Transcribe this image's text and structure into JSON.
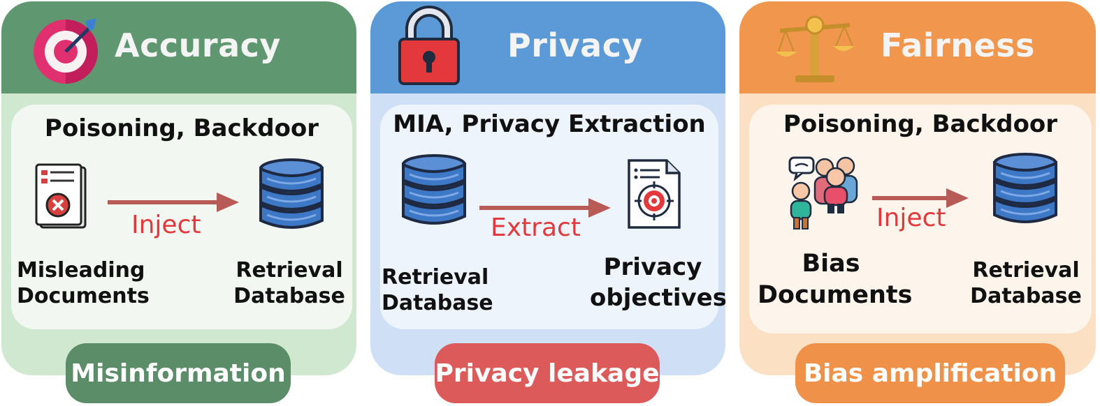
{
  "panels": [
    {
      "title": "Accuracy",
      "subtitle": "Poisoning, Backdoor",
      "left_label": [
        "Misleading",
        "Documents"
      ],
      "right_label": [
        "Retrieval",
        "Database"
      ],
      "action": "Inject",
      "outcome": "Misinformation",
      "icons": [
        "target-dart-icon",
        "rejected-document-icon",
        "database-icon"
      ]
    },
    {
      "title": "Privacy",
      "subtitle": "MIA, Privacy Extraction",
      "left_label": [
        "Retrieval",
        "Database"
      ],
      "right_label": [
        "Privacy",
        "objectives"
      ],
      "action": "Extract",
      "outcome": "Privacy leakage",
      "icons": [
        "padlock-icon",
        "database-icon",
        "target-document-icon"
      ]
    },
    {
      "title": "Fairness",
      "subtitle": "Poisoning, Backdoor",
      "left_label": [
        "Bias",
        "Documents"
      ],
      "right_label": [
        "Retrieval",
        "Database"
      ],
      "action": "Inject",
      "outcome": "Bias amplification",
      "icons": [
        "balance-scale-icon",
        "people-group-icon",
        "database-icon"
      ]
    }
  ],
  "colors": {
    "accuracy_header": "#5f9870",
    "accuracy_body": "#cfe8cf",
    "accuracy_inner": "#f2f8f1",
    "accuracy_pill": "#5b8e68",
    "privacy_header": "#5b9ad6",
    "privacy_body": "#cfe0f6",
    "privacy_inner": "#eef4fc",
    "privacy_pill": "#dc5b5a",
    "fairness_header": "#f0964d",
    "fairness_body": "#fbe0c4",
    "fairness_inner": "#fdf5ec",
    "fairness_pill": "#f0914a",
    "arrow": "#b85a55",
    "action_text": "#e3393c",
    "database": "#3d78c7"
  }
}
